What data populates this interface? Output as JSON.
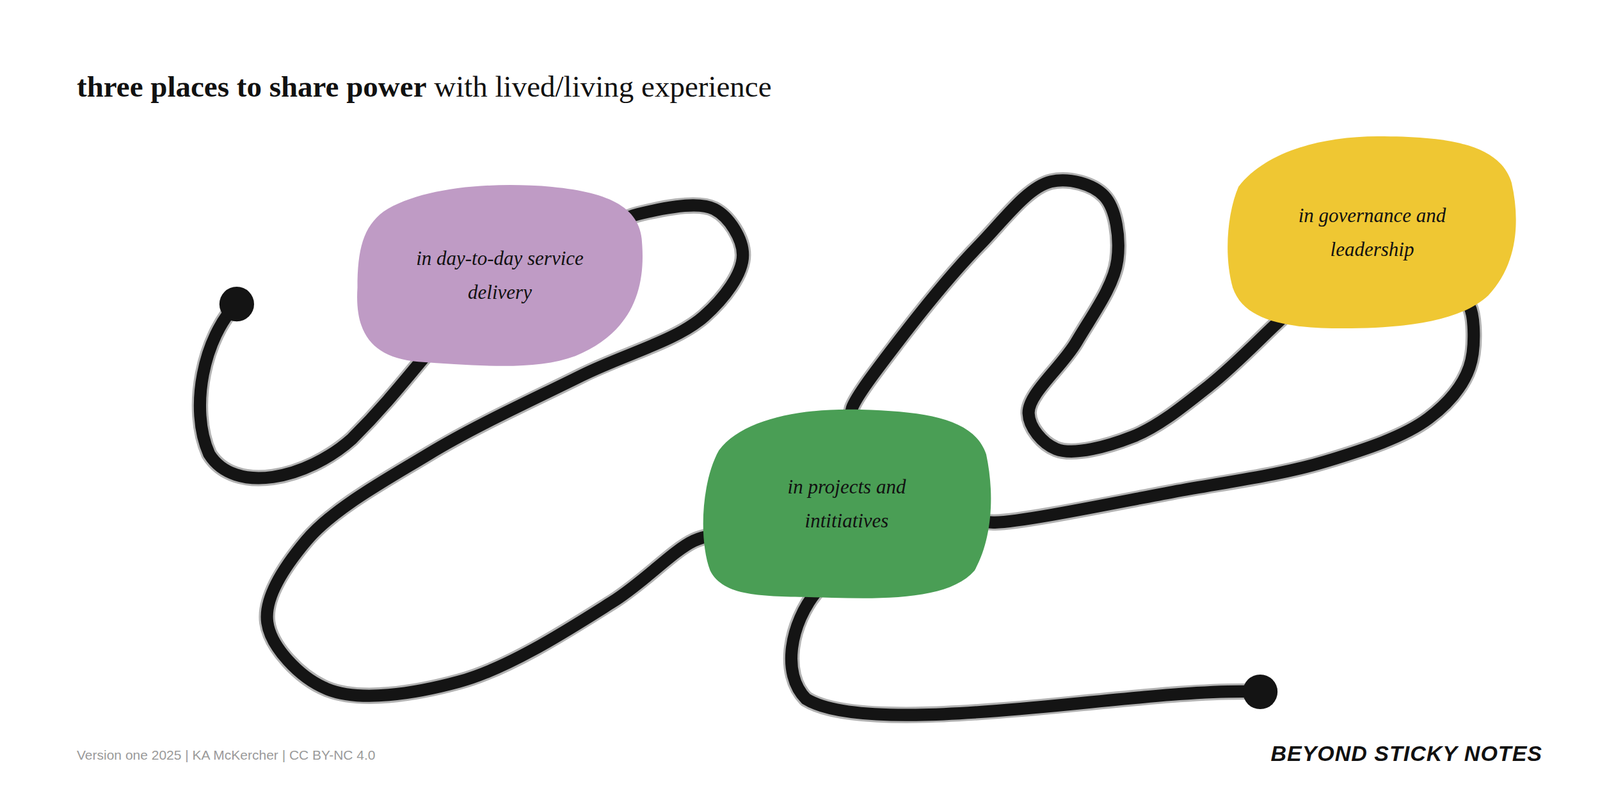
{
  "diagram": {
    "title": "three places to share power",
    "nodes": [
      {
        "text": [
          "in day-to-day service delivery"
        ]
      },
      {
        "text": [
          "in projects and intitiatives"
        ]
      },
      {
        "text": [
          "in governance and leadership"
        ]
      }
    ],
    "edges": [
      {
        "from": 0,
        "to": 1,
        "arrow": "none"
      },
      {
        "from": 1,
        "to": 2,
        "arrow": "none"
      },
      {
        "from": 2,
        "to": 1,
        "arrow": "none"
      }
    ],
    "labels": [
      "with lived/living experience",
      "Version one 2025 | KA McKercher | CC BY-NC 4.0",
      "BEYOND STICKY NOTES"
    ]
  }
}
